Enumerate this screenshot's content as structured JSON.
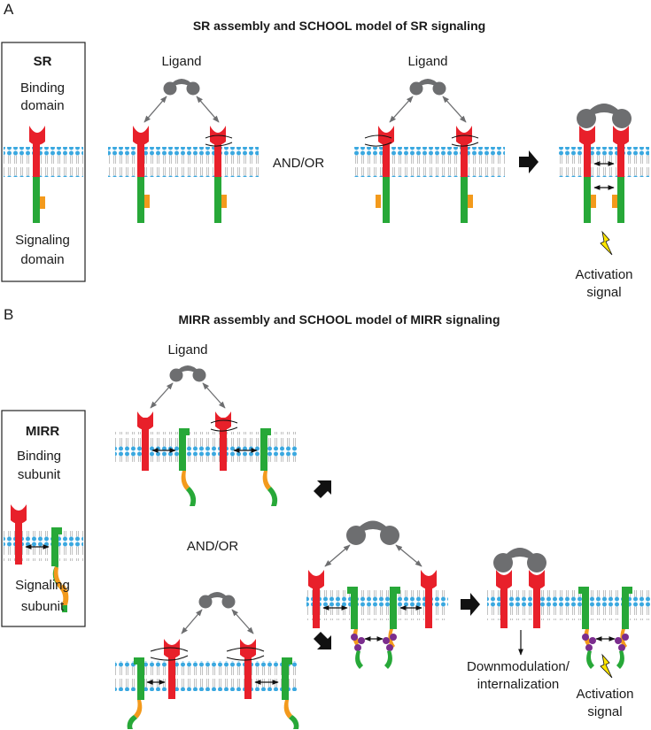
{
  "panelA": {
    "letter": "A",
    "title": "SR assembly and SCHOOL model of SR signaling",
    "legend": {
      "heading": "SR",
      "binding_line1": "Binding",
      "binding_line2": "domain",
      "signaling_line1": "Signaling",
      "signaling_line2": "domain"
    },
    "ligand_label": "Ligand",
    "andor": "AND/OR",
    "activation_line1": "Activation",
    "activation_line2": "signal"
  },
  "panelB": {
    "letter": "B",
    "title": "MIRR assembly and SCHOOL model of MIRR signaling",
    "legend": {
      "heading": "MIRR",
      "binding_line1": "Binding",
      "binding_line2": "subunit",
      "signaling_line1": "Signaling",
      "signaling_line2": "subunit"
    },
    "ligand_label": "Ligand",
    "andor": "AND/OR",
    "downmod_line1": "Downmodulation/",
    "downmod_line2": "internalization",
    "activation_line1": "Activation",
    "activation_line2": "signal"
  },
  "colors": {
    "binding": "#e8202a",
    "signaling": "#27a838",
    "itam": "#f39a1c",
    "ligand": "#6d6e70",
    "lipid_head": "#3aa8e0",
    "phospho": "#7b2d8e",
    "lightning": "#ffe600"
  }
}
